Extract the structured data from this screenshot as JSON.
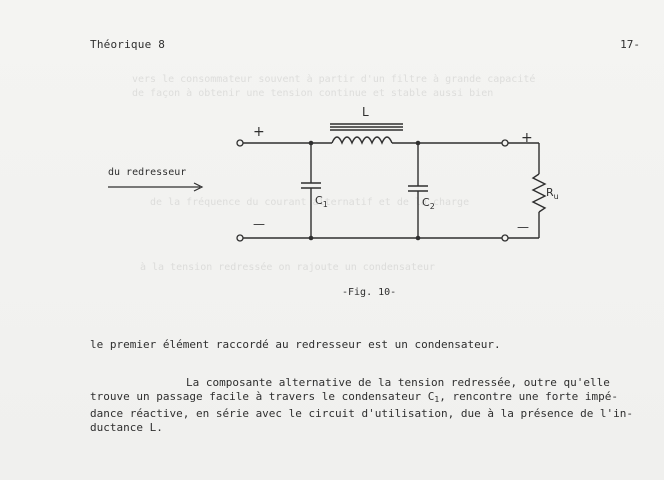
{
  "header": {
    "title": "Théorique 8",
    "page_number": "17-"
  },
  "figure": {
    "source_label": "du redresseur",
    "caption": "-Fig. 10-",
    "inductor_label": "L",
    "capacitor1_label": "C",
    "capacitor1_sub": "1",
    "capacitor2_label": "C",
    "capacitor2_sub": "2",
    "resistor_label": "R",
    "resistor_sub": "u",
    "plus_sign": "+",
    "minus_sign": "—"
  },
  "body": {
    "paragraph1": "le premier élément raccordé au redresseur est un condensateur.",
    "paragraph2_line1": "La composante alternative de la tension redressée, outre qu'elle",
    "paragraph2_line2_before": "trouve un passage facile à travers le condensateur C",
    "paragraph2_line2_sub": "1",
    "paragraph2_line2_after": ", rencontre une forte impé-",
    "paragraph2_line3": "dance réactive, en série avec le circuit d'utilisation, due à la présence de l'in-",
    "paragraph2_line4": "ductance L."
  }
}
